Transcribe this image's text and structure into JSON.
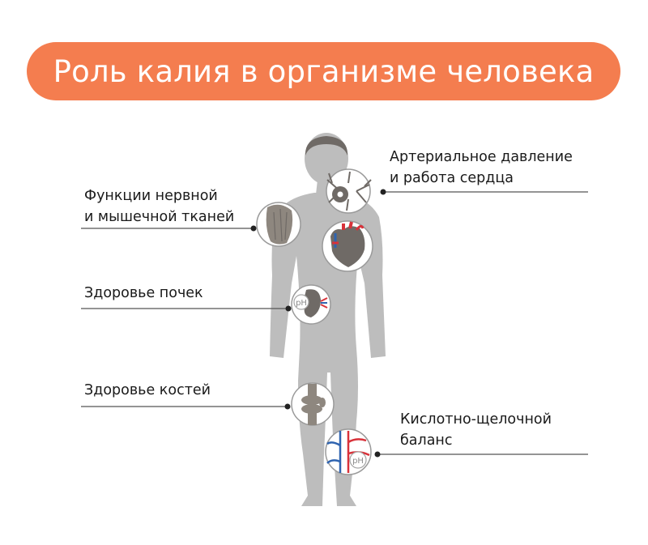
{
  "title": "Роль калия в организме человека",
  "colors": {
    "title_bg": "#F47D4F",
    "body": "#BDBDBD",
    "body_dark": "#6F6A66",
    "artery": "#D8323A",
    "vein": "#2F64B0",
    "leader_line": "#555555"
  },
  "labels": {
    "nerve_muscle": [
      "Функции нервной",
      "и мышечной тканей"
    ],
    "blood_pressure": [
      "Артериальное давление",
      "и работа сердца"
    ],
    "kidney": [
      "Здоровье почек"
    ],
    "bones": [
      "Здоровье костей"
    ],
    "acid_base": [
      "Кислотно-щелочной",
      "баланс"
    ]
  },
  "icons": {
    "kidney_ph": "pH",
    "blood_ph": "pH"
  }
}
